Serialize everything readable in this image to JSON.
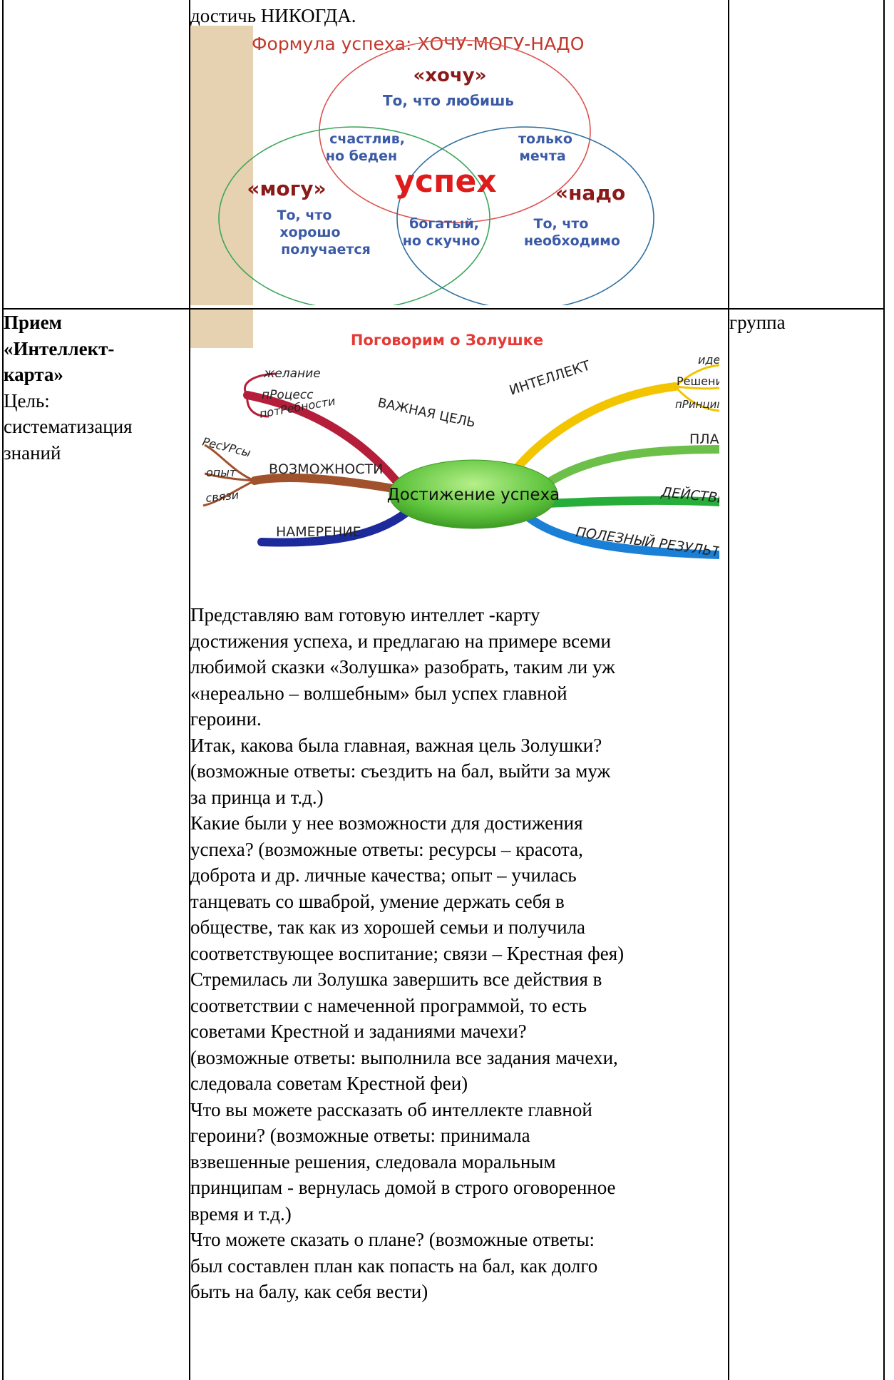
{
  "row1": {
    "top_text": "достичь НИКОГДА.",
    "venn": {
      "title": "Формула успеха: ХОЧУ-МОГУ-НАДО",
      "want_heading": "«хочу»",
      "want_caption": "То, что любишь",
      "can_heading": "«могу»",
      "can_caption": [
        "То, что",
        "хорошо",
        "получается"
      ],
      "need_heading": "«надо",
      "need_caption": [
        "То, что",
        "необходимо"
      ],
      "want_can": [
        "счастлив,",
        "но беден"
      ],
      "want_need": [
        "только",
        "мечта"
      ],
      "can_need": [
        "богатый,",
        "но скучно"
      ],
      "center": "успех"
    }
  },
  "row2": {
    "method_title": [
      "Прием",
      "«Интеллект-",
      "карта»"
    ],
    "goal": [
      "Цель:",
      "систематизация",
      "знаний"
    ],
    "form": "группа",
    "mindmap": {
      "title": "Поговорим о Золушке",
      "center": "Достижение успеха",
      "branches": {
        "goal": "ВАЖНАЯ ЦЕЛЬ",
        "goal_leaves": [
          "желание",
          "пРоцесс",
          "потРебности"
        ],
        "abilities": "ВОЗМОЖНОСТИ",
        "abilities_leaves": [
          "РесУРсы",
          "опыт",
          "связи"
        ],
        "intention": "НАМЕРЕНИЕ",
        "intellect": "ИНТЕЛЛЕКТ",
        "intellect_leaves": [
          "идеи",
          "Решения",
          "пРинципы"
        ],
        "plan": "ПЛАН",
        "actions": "ДЕЙСТВИЯ",
        "result": "ПОЛЕЗНЫЙ РЕЗУЛЬТАТ"
      }
    },
    "body_lines": [
      "Представляю вам готовую интеллет -карту",
      "достижения успеха, и предлагаю на примере всеми",
      "любимой сказки «Золушка» разобрать, таким ли уж",
      "«нереально – волшебным» был успех главной",
      "героини.",
      "Итак, какова была главная, важная цель Золушки?",
      "(возможные ответы: съездить на бал, выйти за муж",
      "за принца и т.д.)",
      "Какие были у нее возможности для достижения",
      "успеха? (возможные ответы: ресурсы – красота,",
      "доброта и др. личные качества; опыт – училась",
      "танцевать со шваброй, умение держать себя в",
      "обществе, так как из хорошей семьи и получила",
      "соответствующее воспитание; связи – Крестная фея)",
      "Стремилась ли Золушка завершить все действия в",
      "соответствии с намеченной программой, то есть",
      "советами Крестной и заданиями мачехи?",
      "(возможные ответы: выполнила все задания мачехи,",
      "следовала советам Крестной феи)",
      "Что вы можете рассказать об интеллекте главной",
      "героини? (возможные ответы: принимала",
      "взвешенные решения, следовала моральным",
      "принципам - вернулась домой в строго оговоренное",
      "время и т.д.)",
      "Что можете сказать о плане? (возможные ответы:",
      "был составлен план как попасть на бал, как долго",
      "быть на балу, как себя вести)"
    ]
  },
  "colors": {
    "venn_title": "#c0392b",
    "venn_heading": "#8b1a1a",
    "venn_caption": "#3b5aa6",
    "venn_center": "#e01b1b",
    "circle_want": "#d9534f",
    "circle_can": "#3aa65a",
    "circle_need": "#2e6f9e",
    "beige_bar": "#e6d2b0",
    "mindmap_title": "#e53935",
    "branch_goal": "#b51e3a",
    "branch_abilities": "#a0522d",
    "branch_intention": "#1c2a9c",
    "branch_intellect": "#f2c500",
    "branch_plan": "#6cc04a",
    "branch_actions": "#27ae3a",
    "branch_result": "#1a7fd6",
    "center_green": "#5cc23b"
  }
}
